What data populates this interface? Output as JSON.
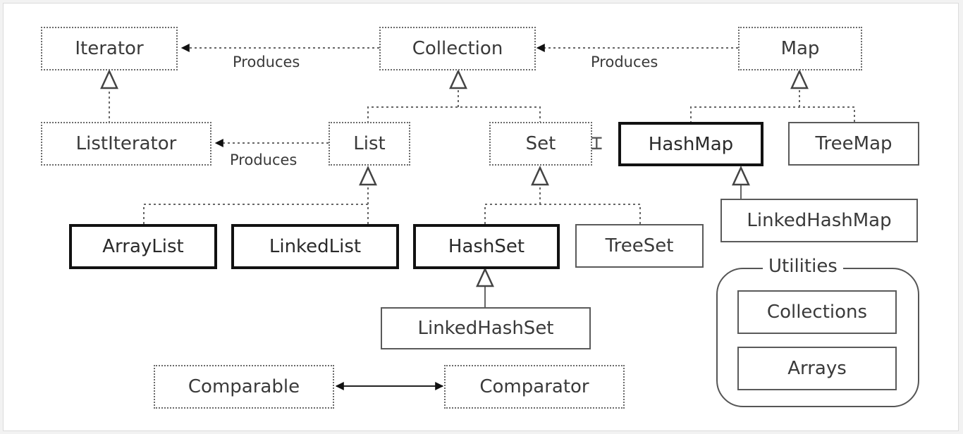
{
  "nodes": {
    "iterator": "Iterator",
    "collection": "Collection",
    "map": "Map",
    "list_iterator": "ListIterator",
    "list": "List",
    "set": "Set",
    "hash_map": "HashMap",
    "tree_map": "TreeMap",
    "linked_hash_map": "LinkedHashMap",
    "array_list": "ArrayList",
    "linked_list": "LinkedList",
    "hash_set": "HashSet",
    "tree_set": "TreeSet",
    "linked_hash_set": "LinkedHashSet",
    "comparable": "Comparable",
    "comparator": "Comparator"
  },
  "edge_labels": {
    "collection_to_iterator": "Produces",
    "map_to_collection": "Produces",
    "list_to_list_iterator": "Produces"
  },
  "utilities": {
    "title": "Utilities",
    "items": [
      "Collections",
      "Arrays"
    ]
  },
  "colors": {
    "line": "#555555",
    "bold_border": "#111111",
    "text": "#3a3a3a"
  }
}
